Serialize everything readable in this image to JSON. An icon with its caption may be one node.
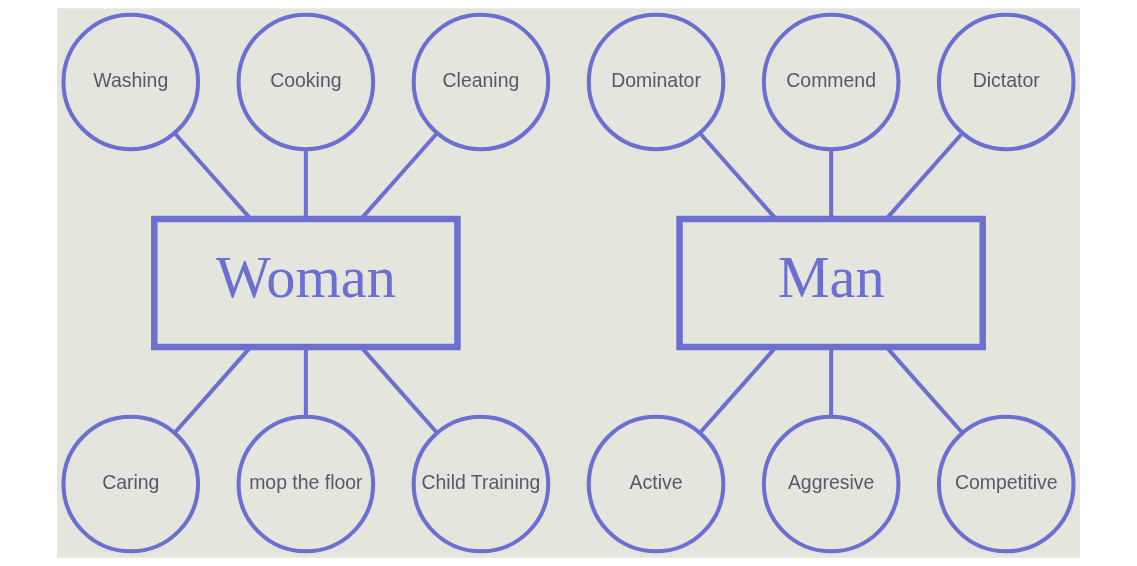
{
  "diagram": {
    "nodes": [
      {
        "text": [
          "Washing"
        ]
      },
      {
        "text": [
          "Cooking"
        ]
      },
      {
        "text": [
          "Cleaning"
        ]
      },
      {
        "text": [
          "Dominator"
        ]
      },
      {
        "text": [
          "Commend"
        ]
      },
      {
        "text": [
          "Dictator"
        ]
      },
      {
        "text": [
          "Woman"
        ]
      },
      {
        "text": [
          "Man"
        ]
      },
      {
        "text": [
          "Caring"
        ]
      },
      {
        "text": [
          "mop the floor"
        ]
      },
      {
        "text": [
          "Child Training"
        ]
      },
      {
        "text": [
          "Active"
        ]
      },
      {
        "text": [
          "Aggresive"
        ]
      },
      {
        "text": [
          "Competitive"
        ]
      }
    ],
    "edges": [
      {
        "from": 0,
        "to": 6,
        "arrow": "none"
      },
      {
        "from": 1,
        "to": 6,
        "arrow": "none"
      },
      {
        "from": 2,
        "to": 6,
        "arrow": "none"
      },
      {
        "from": 3,
        "to": 7,
        "arrow": "none"
      },
      {
        "from": 4,
        "to": 7,
        "arrow": "none"
      },
      {
        "from": 5,
        "to": 7,
        "arrow": "none"
      },
      {
        "from": 6,
        "to": 8,
        "arrow": "none"
      },
      {
        "from": 6,
        "to": 9,
        "arrow": "none"
      },
      {
        "from": 6,
        "to": 10,
        "arrow": "none"
      },
      {
        "from": 7,
        "to": 11,
        "arrow": "none"
      },
      {
        "from": 7,
        "to": 12,
        "arrow": "none"
      },
      {
        "from": 7,
        "to": 13,
        "arrow": "none"
      }
    ]
  }
}
